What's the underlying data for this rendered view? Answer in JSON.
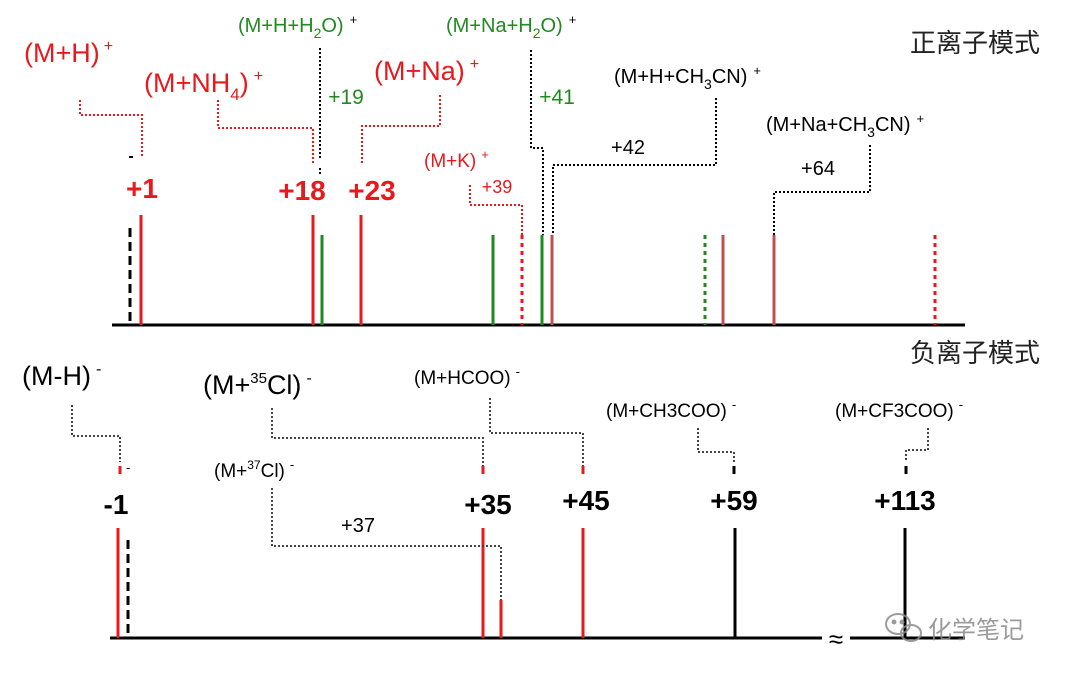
{
  "colors": {
    "red": "#e8191c",
    "green": "#1f8a1f",
    "brown": "#c0504d",
    "black": "#000000",
    "connector": "#444444"
  },
  "positive": {
    "mode_title": "正离子模式",
    "adducts": {
      "mh": {
        "text": "(M+H)",
        "charge": "+"
      },
      "mnh4": {
        "text": "(M+NH",
        "sub": "4",
        "close": ")",
        "charge": "+"
      },
      "mna": {
        "text": "(M+Na)",
        "charge": "+"
      },
      "mk": {
        "text": "(M+K)",
        "charge": "+"
      },
      "mhh2o": {
        "text": "(M+H+H",
        "sub": "2",
        "close": "O)",
        "charge": "+"
      },
      "mnah2o": {
        "text": "(M+Na+H",
        "sub": "2",
        "close": "O)",
        "charge": "+"
      },
      "mhch3cn": {
        "text": "(M+H+CH",
        "sub": "3",
        "close": "CN)",
        "charge": "+"
      },
      "mnach3cn": {
        "text": "(M+Na+CH",
        "sub": "3",
        "close": "CN)",
        "charge": "+"
      }
    },
    "shifts": {
      "p1": "+1",
      "p18": "+18",
      "p23": "+23",
      "p39": "+39",
      "p19": "+19",
      "p41": "+41",
      "p42": "+42",
      "p64": "+64"
    }
  },
  "negative": {
    "mode_title": "负离子模式",
    "adducts": {
      "mminush": {
        "text": "(M-H)",
        "charge": "-"
      },
      "m35cl": {
        "pre": "(M+",
        "sup": "35",
        "text": "Cl)",
        "charge": "-"
      },
      "m37cl": {
        "pre": "(M+",
        "sup": "37",
        "text": "Cl)",
        "charge": "-"
      },
      "mhcoo": {
        "text": "(M+HCOO)",
        "charge": "-"
      },
      "mch3coo": {
        "text": "(M+CH3COO)",
        "charge": "-"
      },
      "mcf3coo": {
        "text": "(M+CF3COO)",
        "charge": "-"
      }
    },
    "shifts": {
      "m1": "-1",
      "p35": "+35",
      "p37": "+37",
      "p45": "+45",
      "p59": "+59",
      "p113": "+113"
    }
  },
  "axis_break_symbol": "≈",
  "watermark": "化学笔记"
}
